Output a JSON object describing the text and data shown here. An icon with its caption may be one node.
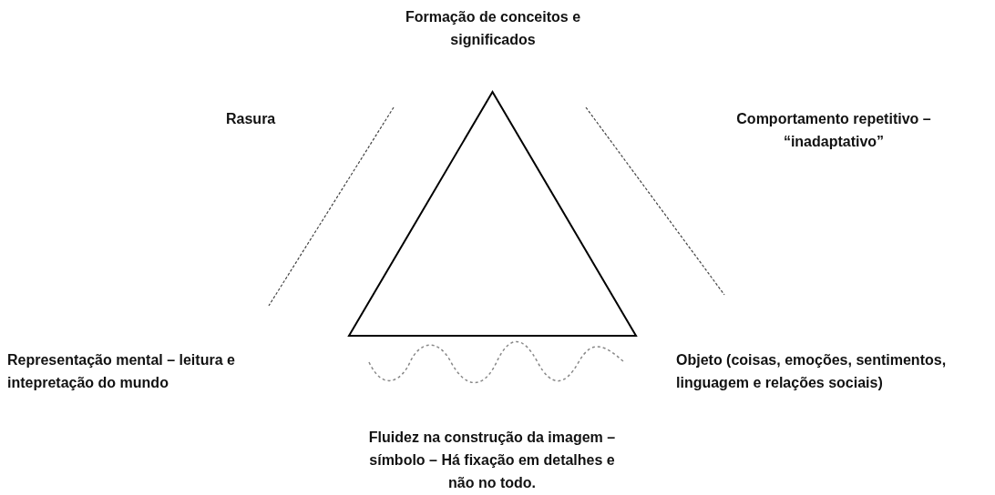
{
  "diagram": {
    "nodes": [
      {
        "text": [],
        "shape": "triangle"
      }
    ],
    "labels": [
      "Formação de conceitos e significados",
      "Rasura",
      "Comportamento repetitivo – “inadaptativo”",
      "Representação mental – leitura e intepretação do mundo",
      "Objeto (coisas, emoções, sentimentos, linguagem e relações sociais)",
      "Fluidez na construção da imagem – símbolo – Há fixação em detalhes e não no todo."
    ]
  }
}
